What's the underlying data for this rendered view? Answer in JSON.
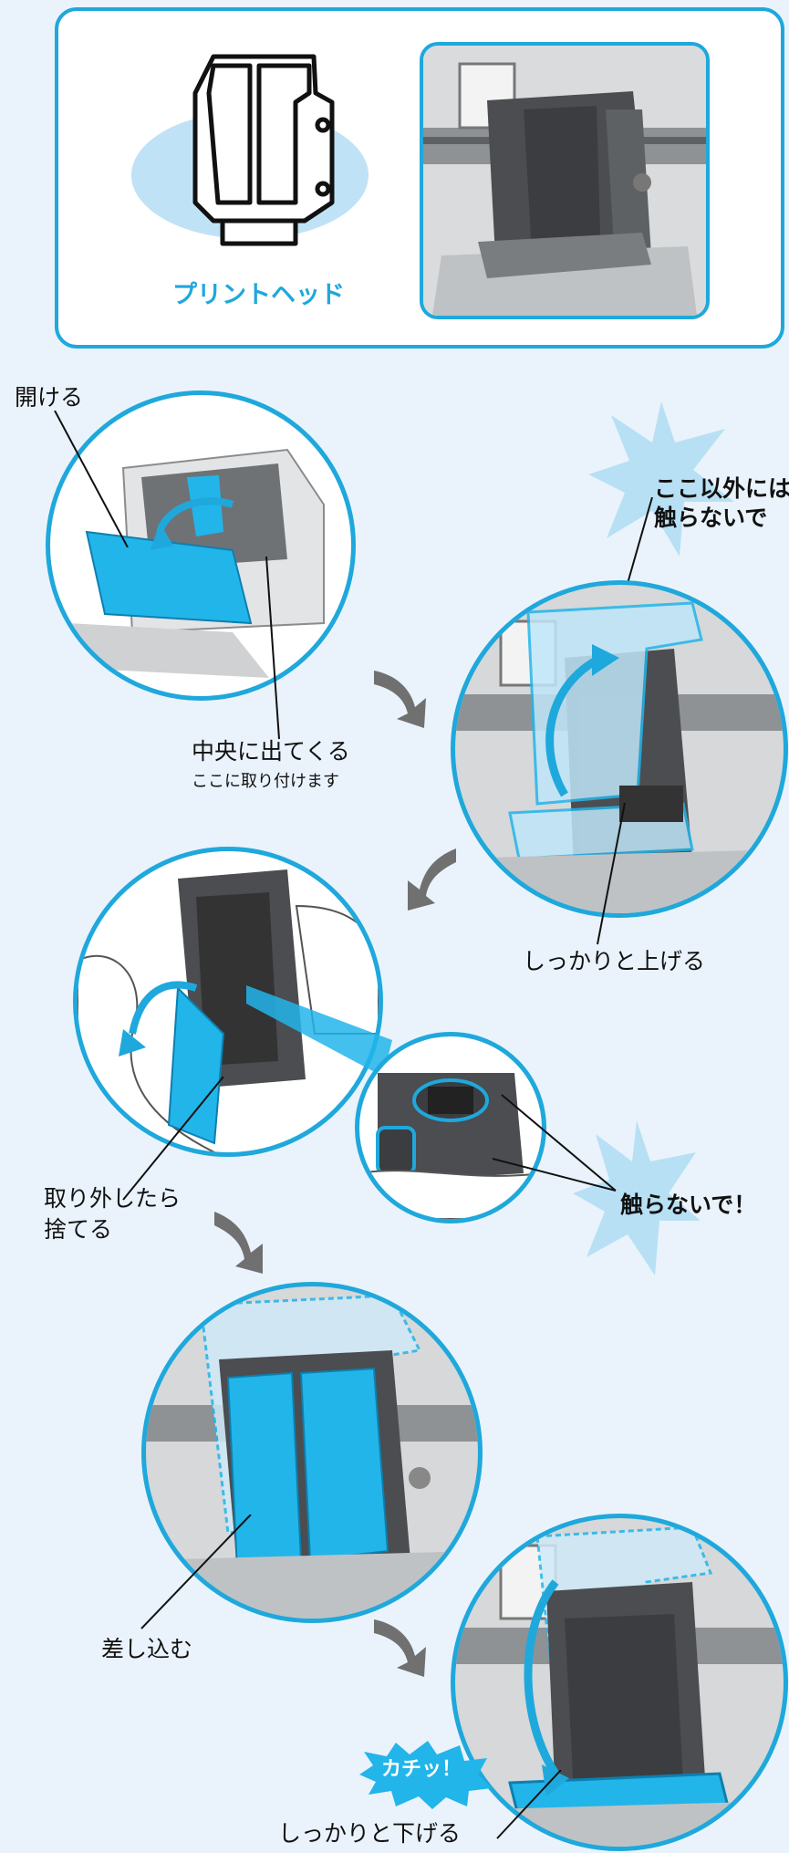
{
  "top_panel": {
    "print_head_label": "プリントヘッド"
  },
  "steps": {
    "open_label": "開ける",
    "center_label": "中央に出てくる",
    "attach_here_label": "ここに取り付けます",
    "do_not_touch_other_label_line1": "ここ以外には",
    "do_not_touch_other_label_line2": "触らないで",
    "lift_label": "しっかりと上げる",
    "remove_label_line1": "取り外したら",
    "remove_label_line2": "捨てる",
    "do_not_touch_label": "触らないで！",
    "insert_label": "差し込む",
    "click_label": "カチッ！",
    "lower_label": "しっかりと下げる"
  },
  "colors": {
    "accent": "#1fa8dc",
    "background": "#eaf3fb",
    "burst": "#b8e0f5",
    "part_blue": "#22b5ea",
    "dark_gray": "#4a4a4a"
  }
}
